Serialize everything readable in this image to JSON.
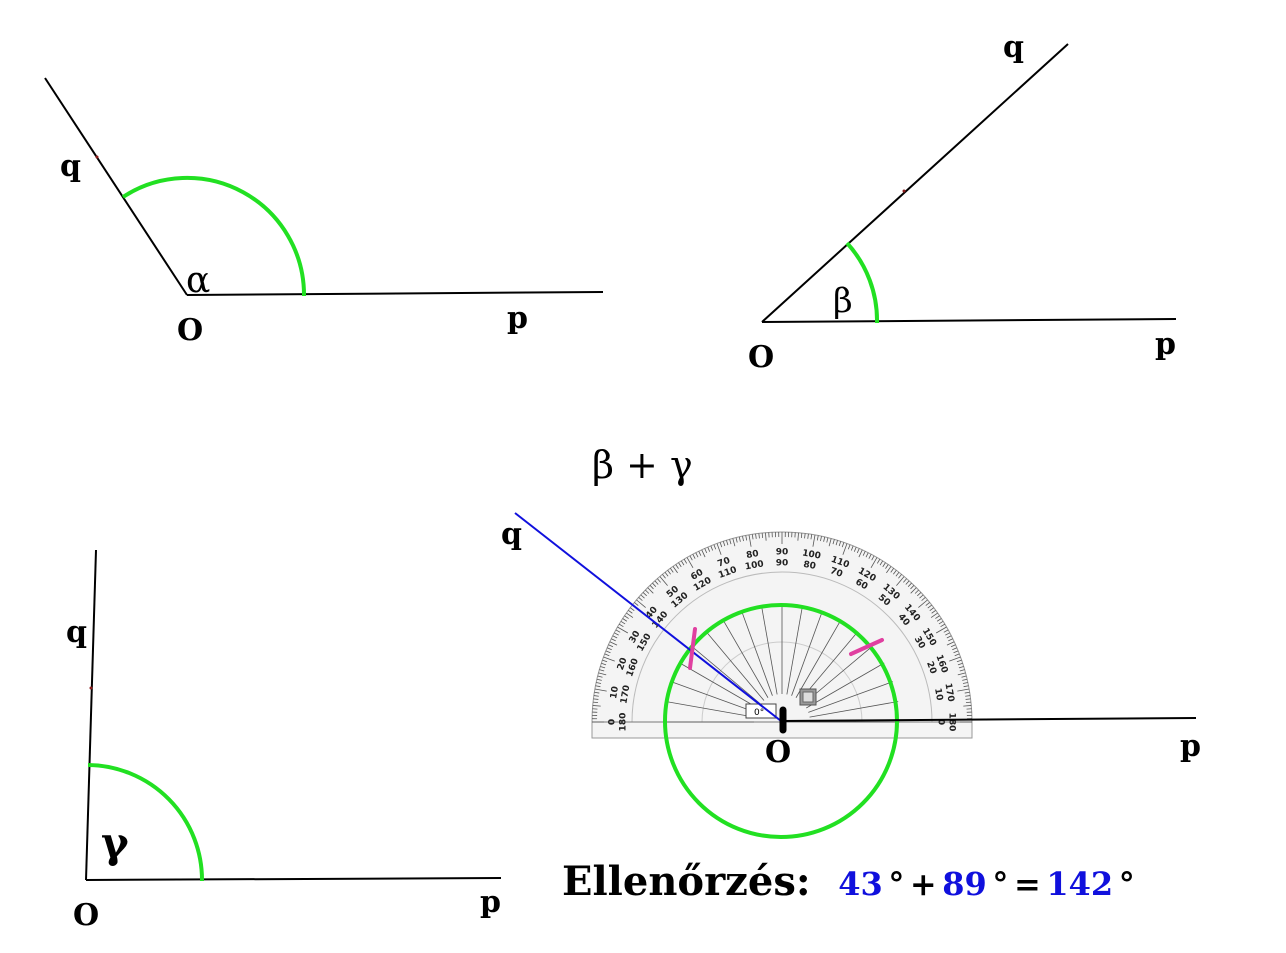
{
  "colors": {
    "arc": "#22e022",
    "ray": "#000000",
    "ray_blue": "#1010dd",
    "mark": "#e040a0",
    "blue_num": "#1010dd"
  },
  "angle_alpha": {
    "symbol": "α",
    "vertex": "O",
    "ray1": "p",
    "ray2": "q"
  },
  "angle_beta": {
    "symbol": "β",
    "vertex": "O",
    "ray1": "p",
    "ray2": "q"
  },
  "angle_gamma": {
    "symbol": "γ",
    "vertex": "O",
    "ray1": "p",
    "ray2": "q"
  },
  "sum_construction": {
    "title": "β + γ",
    "vertex": "O",
    "ray1": "p",
    "ray2": "q",
    "protractor": {
      "outer_scale": [
        "0",
        "10",
        "20",
        "30",
        "40",
        "50",
        "60",
        "70",
        "80",
        "90",
        "100",
        "110",
        "120",
        "130",
        "140",
        "150",
        "160",
        "170",
        "180"
      ],
      "inner_scale": [
        "180",
        "170",
        "160",
        "150",
        "140",
        "130",
        "120",
        "110",
        "100",
        "90",
        "80",
        "70",
        "60",
        "50",
        "40",
        "30",
        "20",
        "10",
        "0"
      ],
      "readout": "0°"
    }
  },
  "check": {
    "label": "Ellenőrzés:",
    "a": "43",
    "deg1": "°",
    "plus": "+",
    "b": "89",
    "deg2": "°",
    "eq": "=",
    "result": "142",
    "deg3": "°"
  }
}
